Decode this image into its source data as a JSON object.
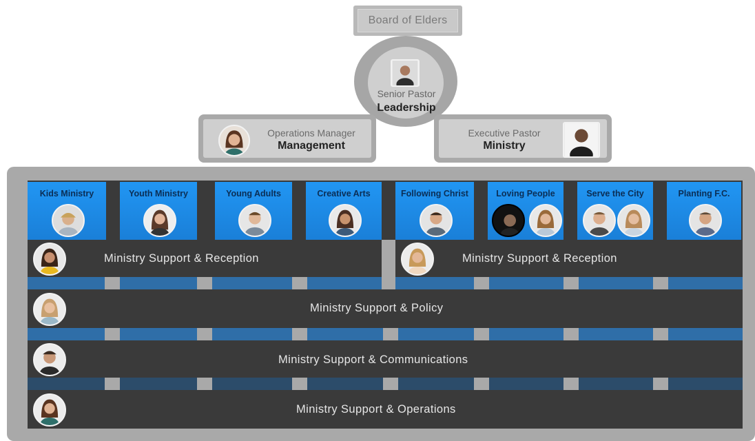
{
  "board": {
    "label": "Board of Elders"
  },
  "senior": {
    "title": "Senior Pastor",
    "subtitle": "Leadership"
  },
  "operations": {
    "title": "Operations Manager",
    "subtitle": "Management"
  },
  "executive": {
    "title": "Executive Pastor",
    "subtitle": "Ministry"
  },
  "ministries": [
    {
      "label": "Kids Ministry"
    },
    {
      "label": "Youth Ministry"
    },
    {
      "label": "Young Adults"
    },
    {
      "label": "Creative Arts"
    },
    {
      "label": "Following Christ"
    },
    {
      "label": "Loving People"
    },
    {
      "label": "Serve the City"
    },
    {
      "label": "Planting F.C."
    }
  ],
  "support": {
    "reception_left": "Ministry Support & Reception",
    "reception_right": "Ministry Support & Reception",
    "policy": "Ministry Support & Policy",
    "communications": "Ministry Support & Communications",
    "operations": "Ministry Support & Operations"
  },
  "colors": {
    "ministry_blue": "#2196f3",
    "label_navy": "#0b2e55",
    "support_dark": "#3a3a3a",
    "frame_gray": "#a9a9a9"
  }
}
